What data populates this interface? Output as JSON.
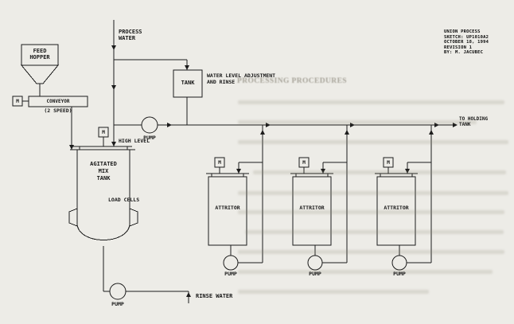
{
  "title_block": {
    "lines": [
      "UNION PROCESS",
      "SKETCH: UP1010A2",
      "OCTOBER 18, 1994",
      "REVISION 1",
      "BY: M. JACUBEC"
    ]
  },
  "equipment": {
    "feed_hopper": "FEED\nHOPPER",
    "conveyor": "CONVEYOR",
    "conveyor_speed": "(2 SPEED)",
    "motor": "M",
    "tank": "TANK",
    "mix_tank": "AGITATED\nMIX\nTANK",
    "attritor": "ATTRITOR",
    "pump": "PUMP"
  },
  "annotations": {
    "process_water": "PROCESS\nWATER",
    "water_level_adjustment": "WATER LEVEL ADJUSTMENT\nAND RINSE",
    "high_level": "HIGH LEVEL",
    "load_cells": "LOAD CELLS",
    "to_holding_tank": "TO HOLDING\nTANK",
    "rinse_water": "RINSE WATER"
  },
  "bleed_through": {
    "heading": "PROCESSING PROCEDURES"
  },
  "colors": {
    "ink": "#1c1c1c",
    "paper": "#edece7",
    "bleed": "#86846f"
  }
}
